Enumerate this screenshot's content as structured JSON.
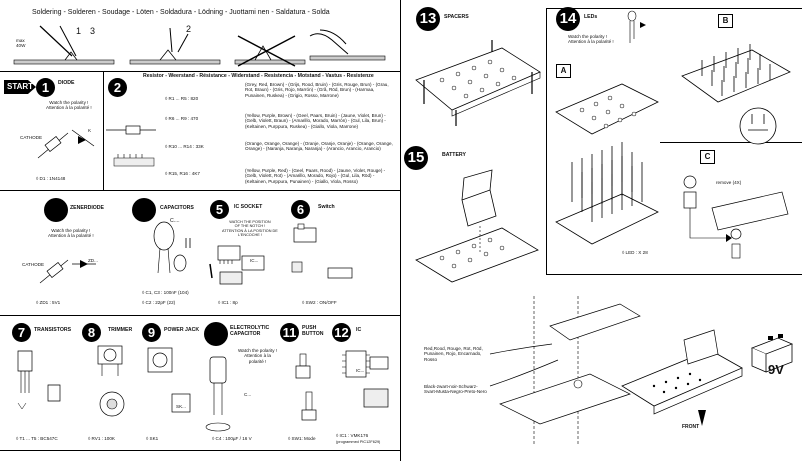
{
  "header": {
    "soldering": "Soldering - Solderen - Soudage - Löten - Soldadura - Lödning - Juottami nen - Saldatura - Solda",
    "resistor": "Resistor - Weerstand - Résistance - Widerstand - Resistencia - Motstand - Vastus - Resistenze"
  },
  "soldering_steps": {
    "iron_label": "max\n40W",
    "step1": "1",
    "step3": "3",
    "step2": "2"
  },
  "start": "START",
  "steps": {
    "s1": {
      "num": "1",
      "title": "DIODE",
      "note": "Watch the polarity !\nAttention à la polarité !",
      "cathode": "CATHODE",
      "part": "◊ D1 : 1N4148",
      "k": "K"
    },
    "s2": {
      "num": "2",
      "rows": [
        {
          "part": "◊ R1 ... R5 : 820",
          "color": "(Grey, Red, Brown) - (Grijs, Rood, Bruin) - (Gris, Rouge, Brun) - (Grau, Rot, Braun) - (Gris, Rojo, Marrón) - (Grå, Röd, Brun) - (Harmaa, Punainen, Ruskea) - (Grigio, Rosso, Marrone)"
        },
        {
          "part": "◊ R6 ... R9 : 470",
          "color": "(Yellow, Purple, Brown) - (Geel, Paars, Bruin) - (Jaune, Violet, Brun) - (Gelb, Violett, Braun) - (Amarillo, Morado, Marrón) - (Gul, Lila, Brun) - (Keltainen, Purppura, Ruskea) - (Giallo, Viola, Marrone)"
        },
        {
          "part": "◊ R10 ... R14 : 33K",
          "color": "(Orange, Orange, Orange) - (Oranje, Oranje, Oranje) - (Orange, Orange, Orange) - (Naranja, Naranja, Naranja) - (Arancio, Arancio, Arancio)"
        },
        {
          "part": "◊ R15, R16 : 4K7",
          "color": "(Yellow, Purple, Red) - (Geel, Paars, Rood) - (Jaune, Violet, Rouge) - (Gelb, Violett, Rot) - (Amarillo, Morado, Rojo) - (Gul, Lila, Röd) - (Keltainen, Purppura, Punainen) - (Giallo, Viola, Rosso)"
        }
      ]
    },
    "s4": {
      "num": "",
      "title": "ZENERDIODE",
      "note": "Watch the polarity !\nAttention à la polarité !",
      "cathode": "CATHODE",
      "zd": "ZD...",
      "part": "◊ ZD1 : 5V1"
    },
    "s_cap": {
      "title": "CAPACITORS",
      "cdots": "C....",
      "part1": "◊ C1, C3 : 100nF (104)",
      "part2": "◊ C2 : 22pF (22)"
    },
    "s5": {
      "num": "5",
      "title": "IC SOCKET",
      "note": "WATCH THE POSITION\nOF THE NOTCH !\nATTENTION À LA POSITION DE\nL'ENCOCHE !",
      "ic": "IC...",
      "part": "◊ IC1 : 8p"
    },
    "s6": {
      "num": "6",
      "title": "Switch",
      "part": "◊ SW2 : ON/OFF"
    },
    "s7": {
      "num": "7",
      "title": "TRANSISTORS",
      "part": "◊ T1 ... T5 : BC547C"
    },
    "s8": {
      "num": "8",
      "title": "TRIMMER",
      "part": "◊ RV1 : 100K"
    },
    "s9": {
      "num": "9",
      "title": "POWER JACK",
      "sk": "SK...",
      "part": "◊ SK1"
    },
    "s10": {
      "num": "",
      "title": "ELECTROLYTIC\nCAPACITOR",
      "note": "Watch the polarity !\nAttention à la\npolarité !",
      "cdots": "C...",
      "part": "◊ C4 : 100µF / 16 V"
    },
    "s11": {
      "num": "11",
      "title": "PUSH\nBUTTON",
      "part": "◊ SW1: Mode"
    },
    "s12": {
      "num": "12",
      "title": "IC",
      "ic": "IC...",
      "part": "◊ IC1 : VMK176",
      "sub": "(programmed PIC12F629)"
    },
    "s13": {
      "num": "13",
      "title": "SPACERS"
    },
    "s14": {
      "num": "14",
      "title": "LEDs",
      "note": "Watch the polarity !\nAttention à la polarité !",
      "a": "A",
      "b": "B",
      "c": "C",
      "part": "◊ LED : X 28",
      "remove": "remove (4X)"
    },
    "s15": {
      "num": "15",
      "title": "BATTERY"
    }
  },
  "battery": {
    "red": "Red,Rood, Rouge, Rot, Röd,\nPunainen, Rojo, Encarnado,\nRosso",
    "black": "Black-zwart-noir-Schwarz-\nSvart-Musta-Negro-Preto-Nero",
    "voltage": "9V",
    "front": "FRONT"
  }
}
